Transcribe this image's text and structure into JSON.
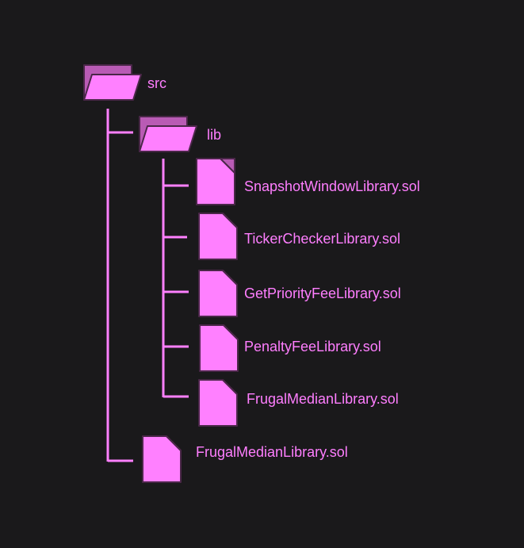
{
  "colors": {
    "background": "#1a191b",
    "accent": "#ff80ff",
    "folder_back": "#b95bb5",
    "outline": "#4a2748",
    "connector": "#ff80ff"
  },
  "tree": {
    "root": {
      "label": "src",
      "icon": "folder-open-icon"
    },
    "lib": {
      "label": "lib",
      "icon": "folder-open-icon"
    },
    "lib_files": [
      {
        "label": "SnapshotWindowLibrary.sol",
        "icon": "file-icon"
      },
      {
        "label": "TickerCheckerLibrary.sol",
        "icon": "file-icon"
      },
      {
        "label": "GetPriorityFeeLibrary.sol",
        "icon": "file-icon"
      },
      {
        "label": "PenaltyFeeLibrary.sol",
        "icon": "file-icon"
      },
      {
        "label": "FrugalMedianLibrary.sol",
        "icon": "file-icon"
      }
    ],
    "src_files": [
      {
        "label": "FrugalMedianLibrary.sol",
        "icon": "file-icon"
      }
    ]
  }
}
